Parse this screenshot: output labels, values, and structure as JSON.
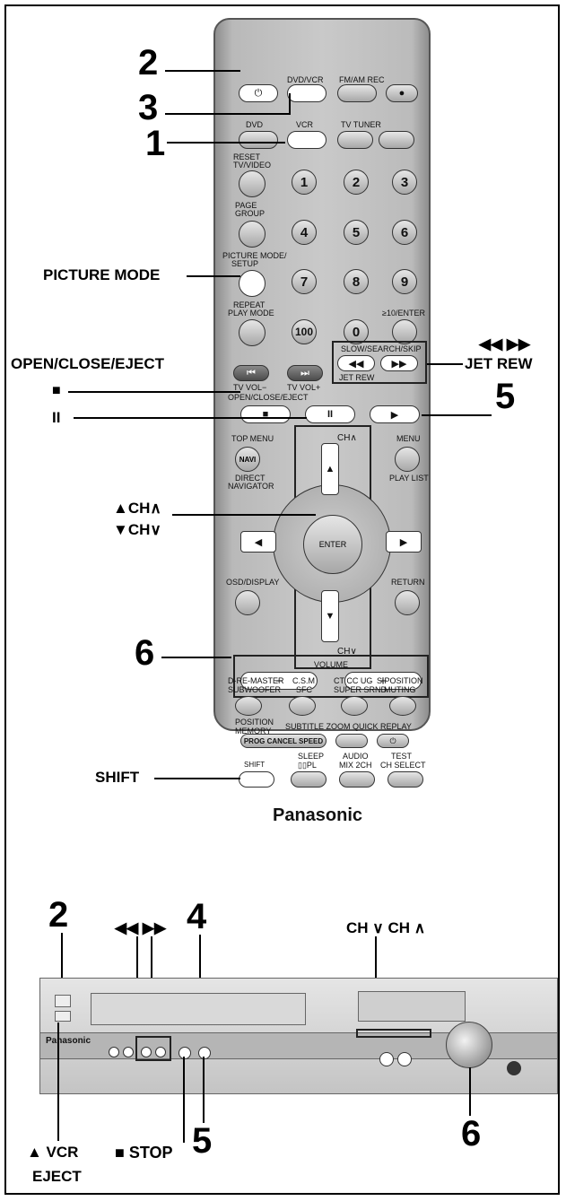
{
  "remote": {
    "brand": "Panasonic",
    "labels": {
      "dvd_vcr": "DVD/VCR",
      "fm_am_rec": "FM/AM REC",
      "dvd": "DVD",
      "vcr": "VCR",
      "tv_tuner": "TV TUNER",
      "reset": "RESET",
      "tv_video": "TV/VIDEO",
      "page": "PAGE",
      "group": "GROUP",
      "picture_mode": "PICTURE MODE/",
      "setup": "SETUP",
      "repeat": "REPEAT",
      "play_mode": "PLAY MODE",
      "ge10_enter": "≥10/ENTER",
      "slow_search_skip": "SLOW/SEARCH/SKIP",
      "jet_rew": "JET REW",
      "tv_vol_minus": "TV VOL−",
      "tv_vol_plus": "TV VOL+",
      "open_close_eject": "OPEN/CLOSE/EJECT",
      "top_menu": "TOP MENU",
      "navi": "NAVI",
      "direct": "DIRECT",
      "navigator": "NAVIGATOR",
      "menu": "MENU",
      "play_list": "PLAY LIST",
      "ch_up": "CH∧",
      "ch_down": "CH∨",
      "enter": "ENTER",
      "osd_display": "OSD/DISPLAY",
      "return": "RETURN",
      "volume": "VOLUME",
      "vol_minus": "−",
      "vol_plus": "+",
      "d_re_master": "D-RE-MASTER",
      "c_sm": "C.S.M",
      "ct_cc_ug": "CT CC UG",
      "s_position": "S.POSITION",
      "subwoofer": "SUBWOOFER",
      "sfc": "SFC",
      "super_srnd": "SUPER SRND",
      "muting": "MUTING",
      "position": "POSITION",
      "memory": "MEMORY",
      "subtitle_zoom_quick_replay": "SUBTITLE ZOOM QUICK REPLAY",
      "prog_cancel_speed": "PROG CANCEL SPEED",
      "shift": "SHIFT",
      "sleep": "SLEEP",
      "pl": "▯▯PL",
      "audio": "AUDIO",
      "mix_2ch": "MIX 2CH",
      "test": "TEST",
      "ch_select": "CH SELECT"
    },
    "numbers": [
      "1",
      "2",
      "3",
      "4",
      "5",
      "6",
      "7",
      "8",
      "9",
      "100",
      "0"
    ],
    "symbols": {
      "power": "⏻",
      "record": "●",
      "prev": "⏮",
      "next": "⏭",
      "rew": "◀◀",
      "ff": "▶▶",
      "stop": "■",
      "pause": "II",
      "play": "▶",
      "up": "▲",
      "down": "▼",
      "left": "◀",
      "right": "▶"
    }
  },
  "callouts": {
    "n2_top": "2",
    "n3": "3",
    "n1": "1",
    "picture_mode": "PICTURE MODE",
    "open_close_eject": "OPEN/CLOSE/EJECT",
    "stop_sym": "■",
    "pause_sym": "II",
    "skip_arrows": "◀◀  ▶▶",
    "jet_rew": "JET REW",
    "n5_top": "5",
    "ch_up": "▲CH∧",
    "ch_down": "▼CH∨",
    "n6_top": "6",
    "shift": "SHIFT",
    "n2_bottom": "2",
    "deck_arrows": "◀◀ ▶▶",
    "n4": "4",
    "ch_down_up": "CH ∨  CH ∧",
    "vcr_eject_1": "▲ VCR",
    "vcr_eject_2": "EJECT",
    "stop": "■ STOP",
    "n5_bottom": "5",
    "n6_bottom": "6"
  },
  "deck": {
    "brand": "Panasonic"
  }
}
